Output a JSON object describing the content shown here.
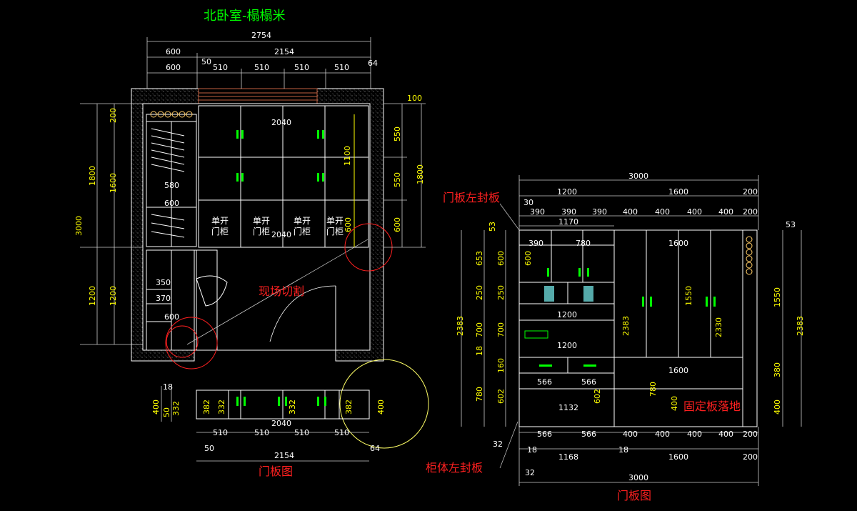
{
  "title": "北卧室-榻榻米",
  "colors": {
    "background": "#000000",
    "line": "#ffffff",
    "dim_line": "#cccccc",
    "dim_text": "#ffffff",
    "dim_text_yellow": "#ffff00",
    "annotation_red": "#ff2020",
    "title_green": "#00ff00",
    "handle_green": "#00ff00",
    "wall_hatch": "#888888",
    "door_brown": "#c06040",
    "circle_yellow": "#ffff66"
  },
  "plan": {
    "top_dims": {
      "total": "2754",
      "split_left": "600",
      "split_right": "2154",
      "row3": [
        "600",
        "50",
        "510",
        "510",
        "510",
        "510",
        "64"
      ]
    },
    "right_dims": [
      "100",
      "550",
      "550",
      "600",
      "1800"
    ],
    "left_dims_outer": "3000",
    "left_dims_mid": [
      "1800",
      "1200"
    ],
    "left_dims_inner": [
      "200",
      "1600",
      "1200"
    ],
    "inner_dims": [
      "2040",
      "1100",
      "2040",
      "600",
      "580",
      "600",
      "350",
      "370",
      "600"
    ],
    "cabinet_labels": [
      "单开\n门柜",
      "单开\n门柜",
      "单开\n门柜",
      "单开\n门柜"
    ],
    "site_cut_label": "现场切割"
  },
  "door_strip": {
    "left_dims": [
      "18",
      "400",
      "50",
      "332"
    ],
    "inner_dims": [
      "382",
      "332",
      "332",
      "382"
    ],
    "right_dim": "400",
    "bottom_row1": [
      "510",
      "510",
      "510",
      "510"
    ],
    "bottom_center": "2040",
    "bottom_total": "2154",
    "left_offset": "50",
    "right_offset": "64",
    "caption": "门板图"
  },
  "elevation": {
    "top_total": "3000",
    "top_row2": [
      "1200",
      "1600",
      "200"
    ],
    "top_row3": [
      "30",
      "390",
      "390",
      "390",
      "400",
      "400",
      "400",
      "400",
      "200"
    ],
    "top_row4": "1170",
    "left_outer": "2383",
    "left_mid": [
      "653",
      "250",
      "700",
      "18",
      "780"
    ],
    "left_inner": [
      "53",
      "600",
      "250",
      "700",
      "160",
      "602"
    ],
    "right_dims": [
      "53",
      "1550",
      "380",
      "400",
      "2383"
    ],
    "inner": [
      "390",
      "780",
      "1600",
      "600",
      "1200",
      "1200",
      "2383",
      "1550",
      "2330",
      "1600",
      "566",
      "566",
      "1132",
      "602",
      "780",
      "400"
    ],
    "bottom_row1": [
      "566",
      "566",
      "400",
      "400",
      "400",
      "400",
      "200"
    ],
    "bottom_row2": [
      "32",
      "18",
      "1168",
      "18",
      "1600",
      "200"
    ],
    "bottom_small": "32",
    "bottom_total": "3000",
    "caption": "门板图",
    "label_door_left_edge": "门板左封板",
    "label_cabinet_left_edge": "柜体左封板",
    "label_fixed_floor": "固定板落地"
  }
}
